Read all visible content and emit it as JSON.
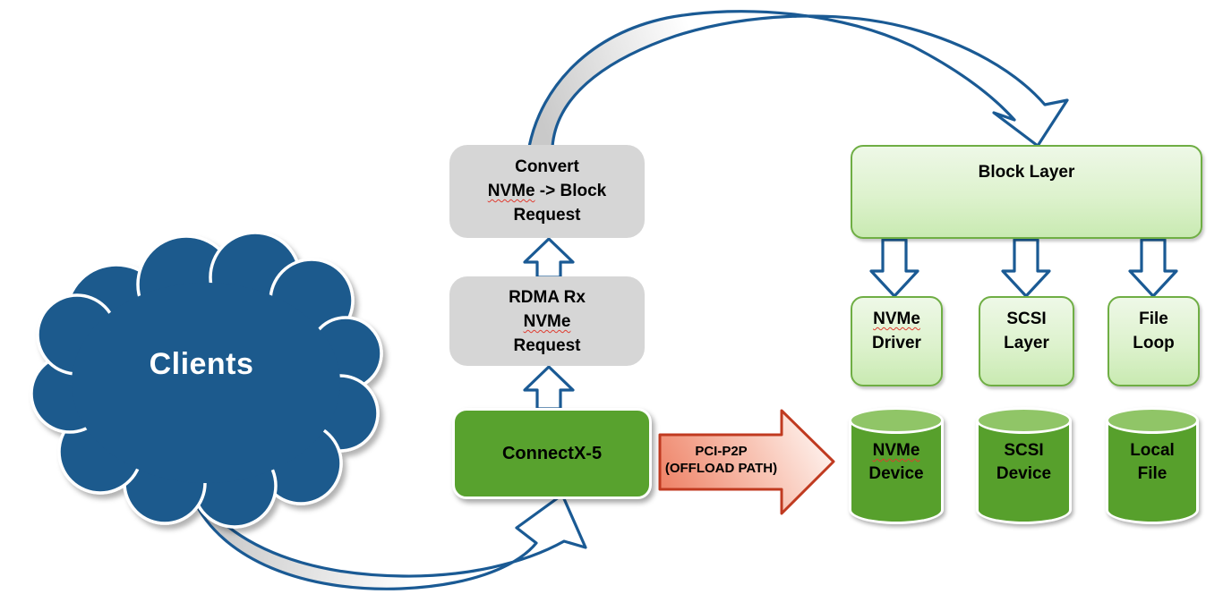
{
  "cloud": {
    "label": "Clients"
  },
  "pipeline": {
    "convert": {
      "l1": "Convert",
      "l2a": "NVMe",
      "l2b": " -> Block",
      "l3": "Request"
    },
    "rdma": {
      "l1": "RDMA Rx",
      "l2": "NVMe",
      "l3": "Request"
    },
    "nic": {
      "label": "ConnectX-5"
    }
  },
  "offload": {
    "l1": "PCI-P2P",
    "l2": "(OFFLOAD PATH)"
  },
  "target": {
    "block_layer": {
      "label": "Block Layer"
    },
    "drivers": [
      {
        "l1": "NVMe",
        "l2": "Driver"
      },
      {
        "l1": "SCSI",
        "l2": "Layer"
      },
      {
        "l1": "File",
        "l2": "Loop"
      }
    ],
    "devices": [
      {
        "l1": "NVMe",
        "l2": "Device"
      },
      {
        "l1": "SCSI",
        "l2": "Device"
      },
      {
        "l1": "Local",
        "l2": "File"
      }
    ]
  },
  "colors": {
    "cloud_blue": "#1b5a8d",
    "arrow_blue": "#1a5a94",
    "box_gray": "#d6d6d6",
    "arrow_tail_gray": "#c9c9c9",
    "green": "#58a22e",
    "cylinder_green": "#57a02c",
    "cylinder_top_green": "#90c567",
    "light_green_top": "#eef8e7",
    "light_green_bottom": "#c9eab2",
    "green_border": "#6fae44",
    "offload_fill": "#ee8165",
    "offload_border": "#c03a20",
    "spellcheck_red": "#e03c31"
  }
}
